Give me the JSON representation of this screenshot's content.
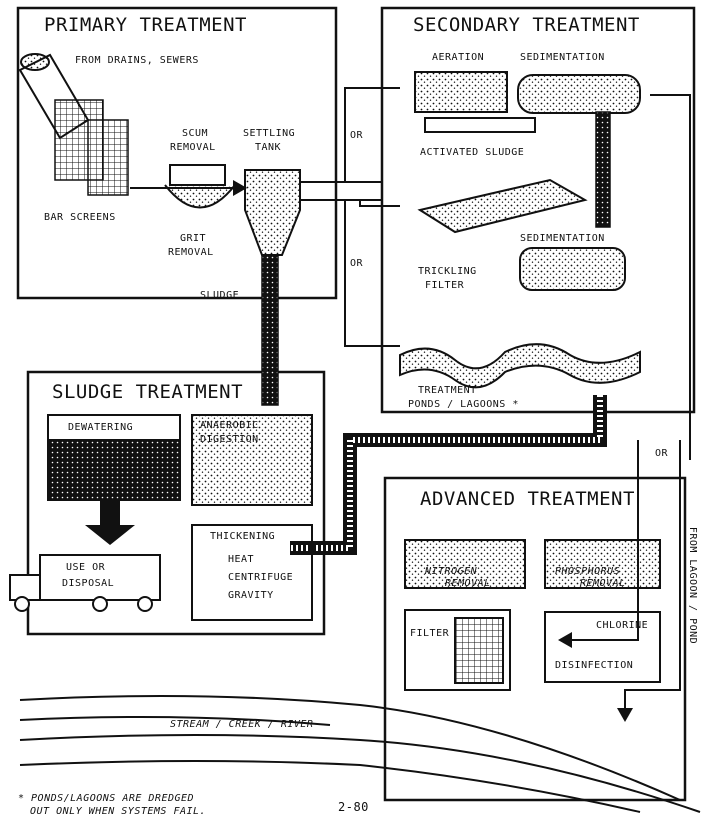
{
  "sections": {
    "primary": "PRIMARY TREATMENT",
    "secondary": "SECONDARY TREATMENT",
    "sludge": "SLUDGE TREATMENT",
    "advanced": "ADVANCED TREATMENT"
  },
  "primary": {
    "from_drains": "FROM DRAINS, SEWERS",
    "scum": "SCUM",
    "removal": "REMOVAL",
    "settling": "SETTLING",
    "tank": "TANK",
    "bar_screens": "BAR SCREENS",
    "grit": "GRIT",
    "grit_removal": "REMOVAL",
    "sludge": "SLUDGE"
  },
  "secondary": {
    "aeration": "AERATION",
    "sedimentation_top": "SEDIMENTATION",
    "activated_sludge": "ACTIVATED SLUDGE",
    "sedimentation_mid": "SEDIMENTATION",
    "trickling": "TRICKLING",
    "filter": "FILTER",
    "or1": "OR",
    "or2": "OR",
    "treatment": "TREATMENT",
    "ponds": "PONDS / LAGOONS *"
  },
  "sludge": {
    "dewatering": "DEWATERING",
    "anaerobic": "ANAEROBIC",
    "digestion": "DIGESTION",
    "thickening": "THICKENING",
    "heat": "HEAT",
    "centrifuge": "CENTRIFUGE",
    "gravity": "GRAVITY",
    "use_or": "USE OR",
    "disposal": "DISPOSAL"
  },
  "advanced": {
    "nitrogen": "NITROGEN",
    "nitrogen_removal": "REMOVAL",
    "phosphorus": "PHOSPHORUS",
    "phosphorus_removal": "REMOVAL",
    "filter": "FILTER",
    "chlorine": "CHLORINE",
    "disinfection": "DISINFECTION",
    "or": "OR",
    "from_lagoon": "FROM LAGOON / POND"
  },
  "stream": "STREAM  /  CREEK  /  RIVER",
  "footnote_line1": "* PONDS/LAGOONS ARE DREDGED",
  "footnote_line2": "OUT ONLY WHEN SYSTEMS FAIL.",
  "page_number": "2-80",
  "colors": {
    "ink": "#111111",
    "paper": "#ffffff"
  }
}
